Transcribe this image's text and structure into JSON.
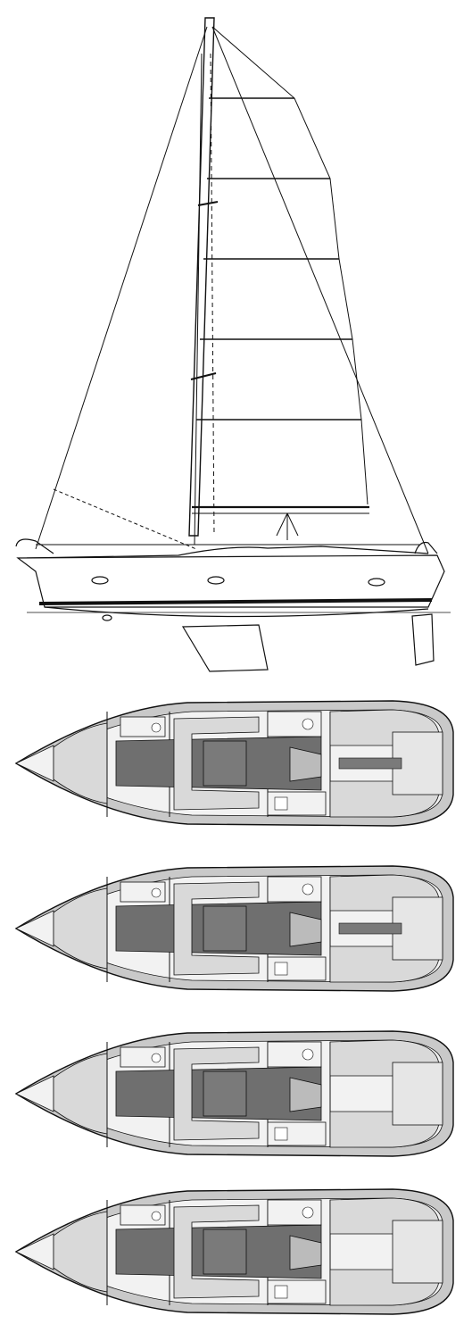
{
  "colors": {
    "line": "#111111",
    "hull_outer": "#c9c9c9",
    "hull_inner": "#f2f2f2",
    "sole": "#6f6f6f",
    "cushion": "#d9d9d9",
    "table": "#7a7a7a",
    "cockpit": "#e6e6e6"
  },
  "layouts": [
    {
      "variant": "a",
      "forward_cabin": "v-berth",
      "aft_cabins": 2,
      "cockpit_table": true
    },
    {
      "variant": "b",
      "forward_cabin": "v-berth",
      "aft_cabins": 2,
      "cockpit_table": true
    },
    {
      "variant": "c",
      "forward_cabin": "v-berth",
      "aft_cabins": 2,
      "cockpit_table": false
    },
    {
      "variant": "d",
      "forward_cabin": "v-berth",
      "aft_cabins": 2,
      "cockpit_table": false
    }
  ]
}
